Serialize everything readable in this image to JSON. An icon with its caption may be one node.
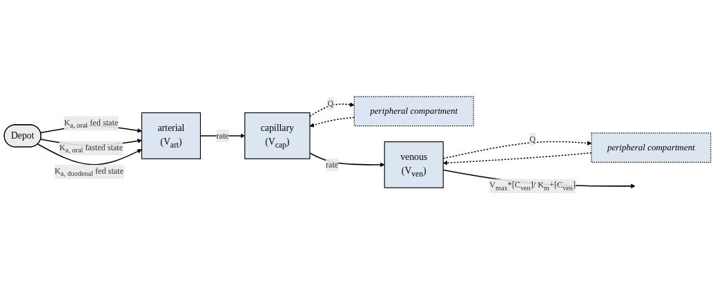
{
  "diagram": {
    "nodes": [
      {
        "text": [
          "Depot"
        ]
      },
      {
        "text": [
          "arterial",
          "(V$_{art}$)"
        ]
      },
      {
        "text": [
          "peripheral compartment"
        ]
      },
      {
        "text": [
          "capillary",
          "(V$_{cap}$)"
        ]
      },
      {
        "text": [
          "peripheral compartment"
        ]
      },
      {
        "text": [
          "venous",
          "(V$_{ven}$)"
        ]
      }
    ],
    "edges": [
      {
        "from": 0,
        "to": 1,
        "arrow": "to",
        "label": "K$_{a, oral}$ fed state"
      },
      {
        "from": 0,
        "to": 1,
        "arrow": "to",
        "label": "K$_{a, oral}$ fasted state"
      },
      {
        "from": 0,
        "to": 1,
        "arrow": "to",
        "label": "K$_{a, duodenal}$ fed state"
      },
      {
        "from": 1,
        "to": 3,
        "arrow": "to",
        "label": "rate"
      },
      {
        "from": 2,
        "to": 3,
        "arrow": "to",
        "style": "dashed"
      },
      {
        "from": 3,
        "to": 2,
        "arrow": "to",
        "style": "dashed",
        "label": "Q"
      },
      {
        "from": 3,
        "to": 5,
        "arrow": "to",
        "label": "rate"
      },
      {
        "from": 4,
        "to": 5,
        "arrow": "to",
        "style": "dashed"
      },
      {
        "from": 5,
        "to": 4,
        "arrow": "to",
        "style": "dashed",
        "label": "Q"
      },
      {
        "from": 5,
        "to": null,
        "arrow": "to",
        "label": "V$_{max}$*[C$_{ven}$]/ K$_{m}$+[C$_{ven}$]"
      }
    ]
  }
}
